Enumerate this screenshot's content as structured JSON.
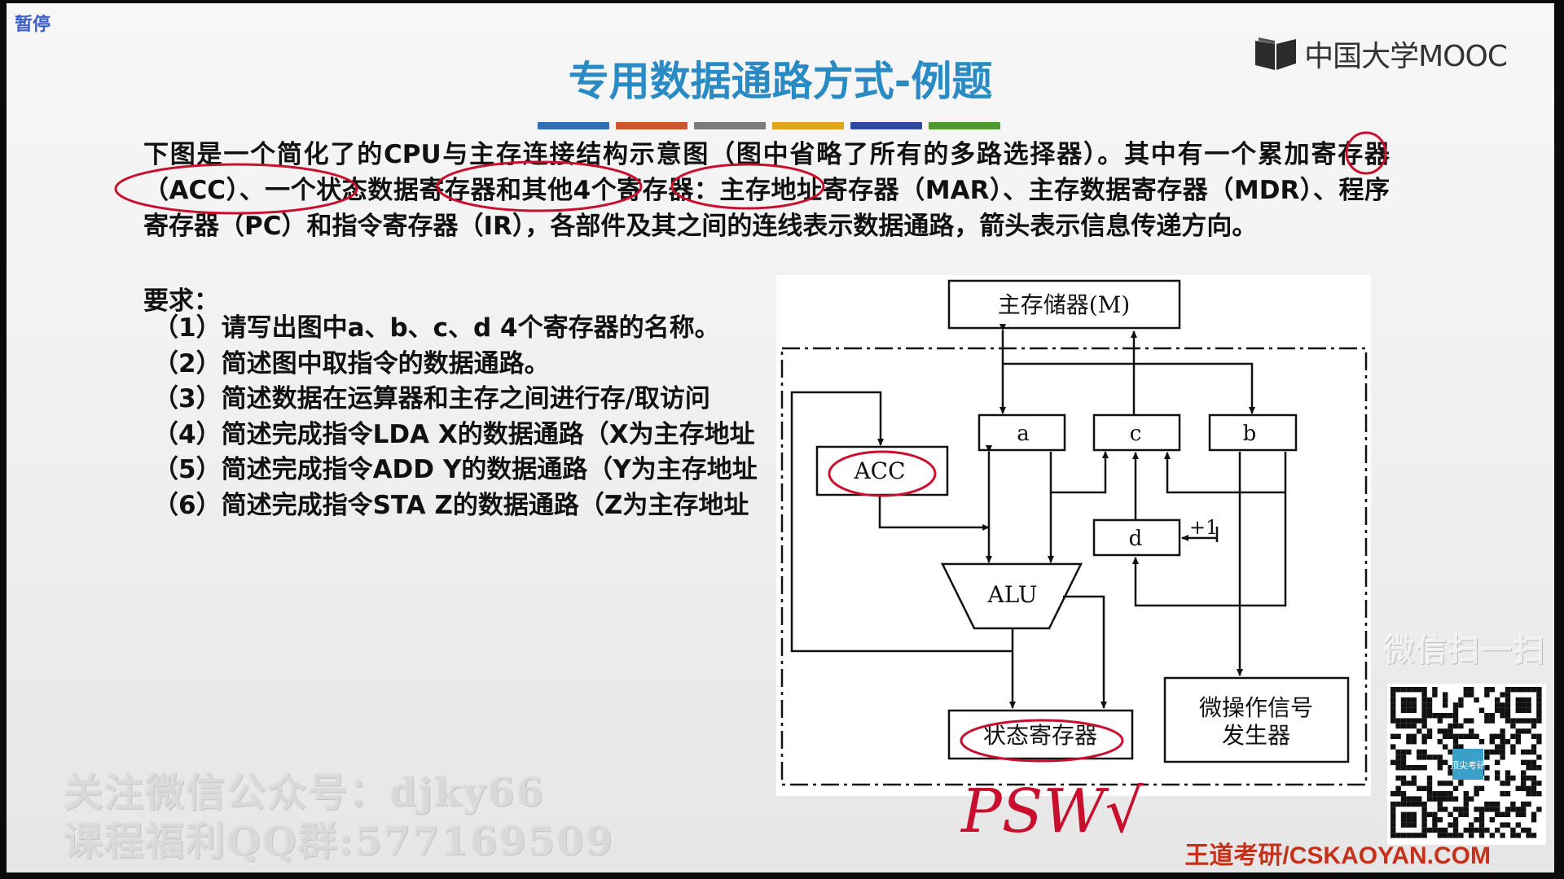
{
  "overlay": {
    "pause": "暂停"
  },
  "logo": {
    "text": "中国大学MOOC"
  },
  "slide": {
    "title": "专用数据通路方式-例题",
    "accent_colors": [
      "#2f6fb5",
      "#d2542a",
      "#7a7a7a",
      "#e0a51d",
      "#2c4aa3",
      "#4f9a2f"
    ],
    "problem": "下图是一个简化了的CPU与主存连接结构示意图（图中省略了所有的多路选择器）。其中有一个累加寄存器（ACC）、一个状态数据寄存器和其他4个寄存器：主存地址寄存器（MAR）、主存数据寄存器（MDR）、程序寄存器（PC）和指令寄存器（IR），各部件及其之间的连线表示数据通路，箭头表示信息传递方向。",
    "requirements_label": "要求：",
    "requirements": [
      "（1）请写出图中a、b、c、d 4个寄存器的名称。",
      "（2）简述图中取指令的数据通路。",
      "（3）简述数据在运算器和主存之间进行存/取访问",
      "（4）简述完成指令LDA X的数据通路（X为主存地址",
      "（5）简述完成指令ADD Y的数据通路（Y为主存地址",
      "（6）简述完成指令STA Z的数据通路（Z为主存地址"
    ]
  },
  "diagram": {
    "memory": "主存储器(M)",
    "reg_a": "a",
    "reg_c": "c",
    "reg_b": "b",
    "acc": "ACC",
    "reg_d": "d",
    "plus_one": "+1",
    "alu": "ALU",
    "status_reg": "状态寄存器",
    "micro_op": [
      "微操作信号",
      "发生器"
    ]
  },
  "annotations": {
    "handwritten": "PSW√",
    "ink_color": "#c8102e"
  },
  "watermark": {
    "line1": "关注微信公众号：djky66",
    "line2": "课程福利QQ群:577169509"
  },
  "qr": {
    "caption": "微信扫一扫",
    "center_label": "顶尖考研"
  },
  "footer": {
    "site": "王道考研/CSKAOYAN.COM"
  }
}
